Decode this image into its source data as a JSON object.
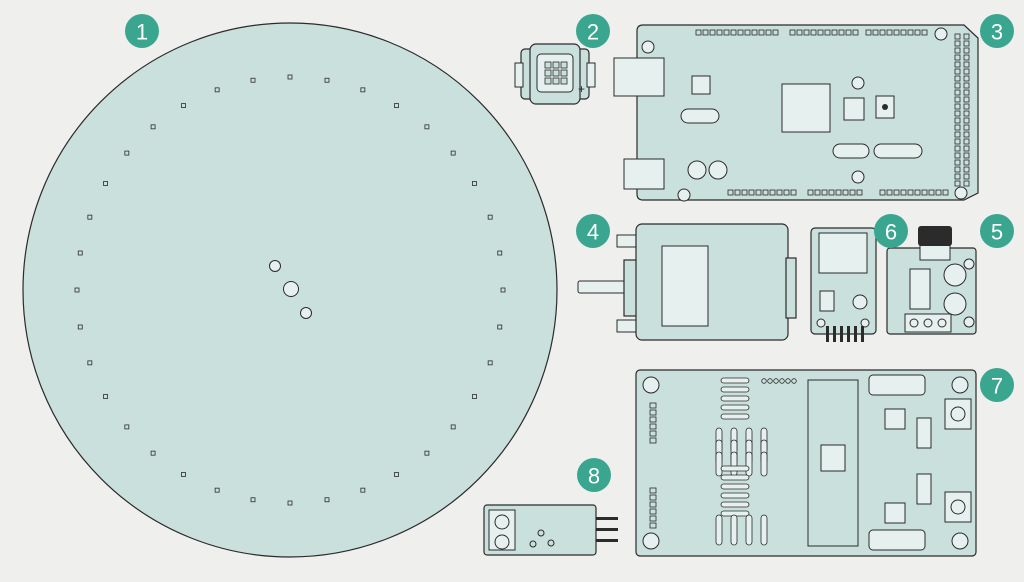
{
  "figure": {
    "background": "#efefed",
    "badge_color": "#3aa68f",
    "board_color": "#c9e0dc",
    "outline_color": "#2b2b2b"
  },
  "components": [
    {
      "number": "1",
      "icon": "rotating-disc"
    },
    {
      "number": "2",
      "icon": "power-led"
    },
    {
      "number": "3",
      "icon": "microcontroller-board"
    },
    {
      "number": "4",
      "icon": "dc-motor"
    },
    {
      "number": "5",
      "icon": "motor-driver-module"
    },
    {
      "number": "6",
      "icon": "sd-card-module"
    },
    {
      "number": "7",
      "icon": "control-circuit-board"
    },
    {
      "number": "8",
      "icon": "ir-sensor-module"
    }
  ]
}
